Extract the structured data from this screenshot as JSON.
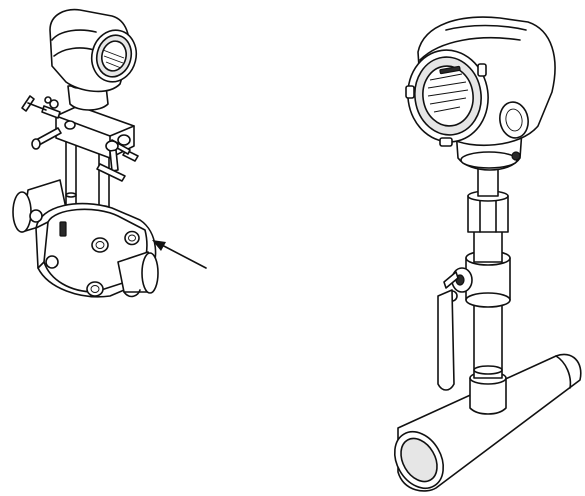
{
  "figure": {
    "panels": [
      {
        "name": "transmitter-with-manifold-and-flange"
      },
      {
        "name": "transmitter-with-valve-and-pipe-mount"
      }
    ],
    "colors": {
      "line": "#111111",
      "fill": "#ffffff",
      "shade": "#e6e6e6"
    },
    "icons": [
      "flow-direction-arrow"
    ]
  }
}
